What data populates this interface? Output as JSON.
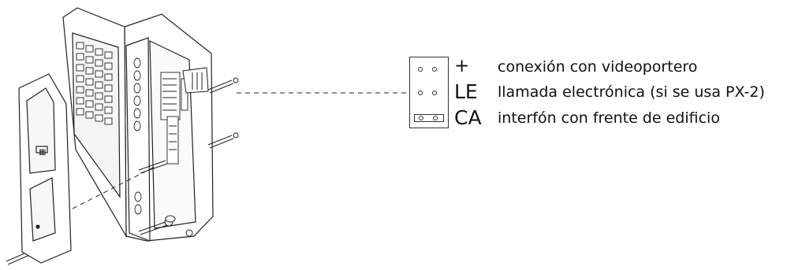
{
  "terminals": [
    {
      "label": "+",
      "description": "conexión con videoportero"
    },
    {
      "label": "LE",
      "description": "llamada electrónica (si se usa PX-2)"
    },
    {
      "label": "CA",
      "description": "interfón con frente de edificio"
    }
  ]
}
